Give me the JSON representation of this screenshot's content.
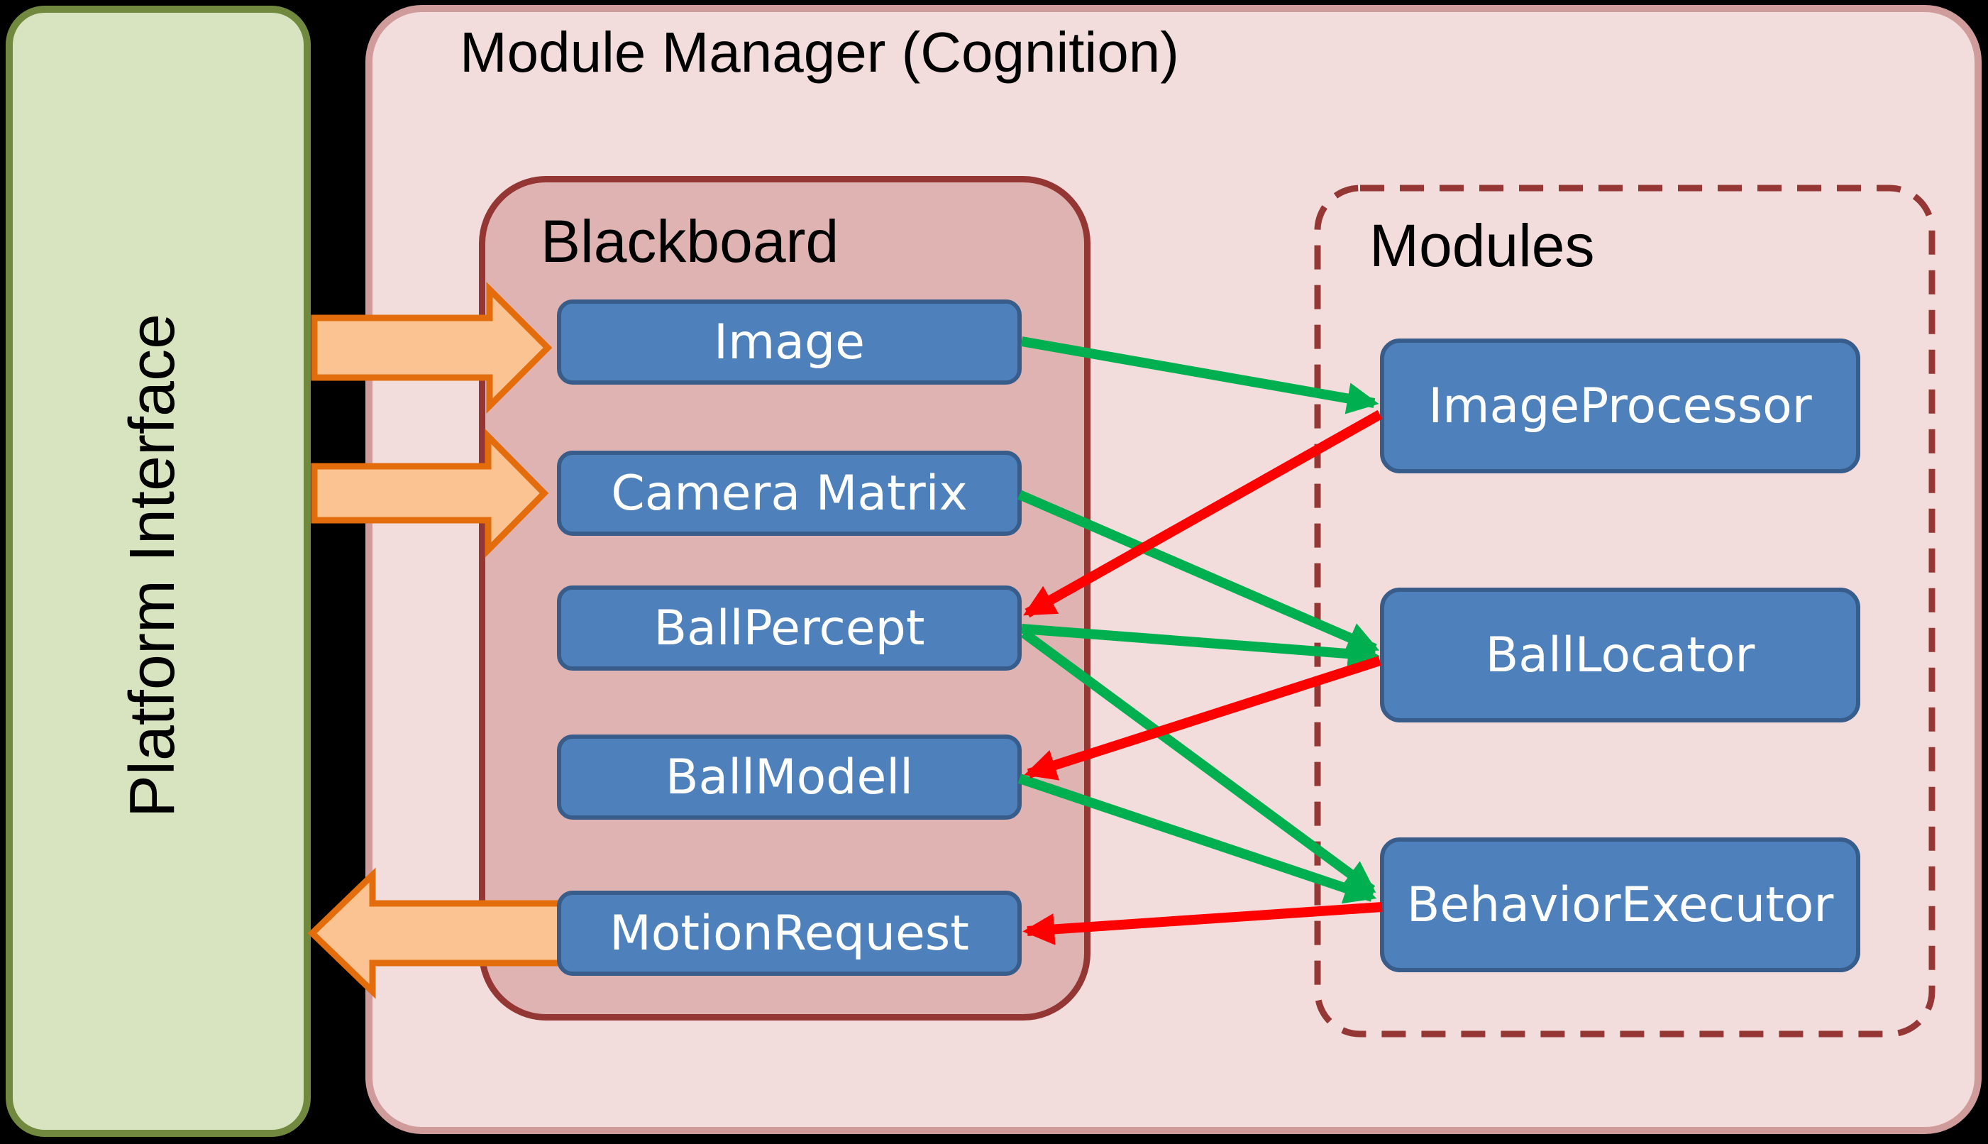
{
  "diagram": {
    "title": "Module Manager (Cognition)",
    "background_color": "#000000",
    "platform_interface": {
      "label": "Platform Interface",
      "fill": "#d8e4bf",
      "border": "#71893f"
    },
    "blackboard": {
      "label": "Blackboard",
      "fill": "#deb3b2",
      "border": "#943634",
      "items": [
        {
          "id": "image",
          "label": "Image"
        },
        {
          "id": "camera_matrix",
          "label": "Camera Matrix"
        },
        {
          "id": "ball_percept",
          "label": "BallPercept"
        },
        {
          "id": "ball_modell",
          "label": "BallModell"
        },
        {
          "id": "motion_request",
          "label": "MotionRequest"
        }
      ]
    },
    "modules": {
      "label": "Modules",
      "border": "#953735",
      "border_style": "dashed",
      "items": [
        {
          "id": "image_processor",
          "label": "ImageProcessor"
        },
        {
          "id": "ball_locator",
          "label": "BallLocator"
        },
        {
          "id": "behavior_executor",
          "label": "BehaviorExecutor"
        }
      ]
    },
    "node_style": {
      "fill": "#4e80bc",
      "border": "#385d8a",
      "text_color": "#ffffff"
    },
    "platform_arrows": {
      "style": {
        "fill": "#fbc292",
        "border": "#e36d0c"
      },
      "items": [
        {
          "direction": "into-blackboard",
          "target": "image"
        },
        {
          "direction": "into-blackboard",
          "target": "camera_matrix"
        },
        {
          "direction": "out-of-blackboard",
          "source": "motion_request"
        }
      ]
    },
    "connection_style": {
      "green": "#00b050",
      "red": "#ff0000"
    },
    "connections": [
      {
        "from": "image",
        "to": "image_processor",
        "color": "green"
      },
      {
        "from": "camera_matrix",
        "to": "ball_locator",
        "color": "green"
      },
      {
        "from": "ball_percept",
        "to": "ball_locator",
        "color": "green"
      },
      {
        "from": "ball_percept",
        "to": "behavior_executor",
        "color": "green"
      },
      {
        "from": "ball_modell",
        "to": "behavior_executor",
        "color": "green"
      },
      {
        "from": "image_processor",
        "to": "ball_percept",
        "color": "red"
      },
      {
        "from": "ball_locator",
        "to": "ball_modell",
        "color": "red"
      },
      {
        "from": "behavior_executor",
        "to": "motion_request",
        "color": "red"
      }
    ]
  }
}
